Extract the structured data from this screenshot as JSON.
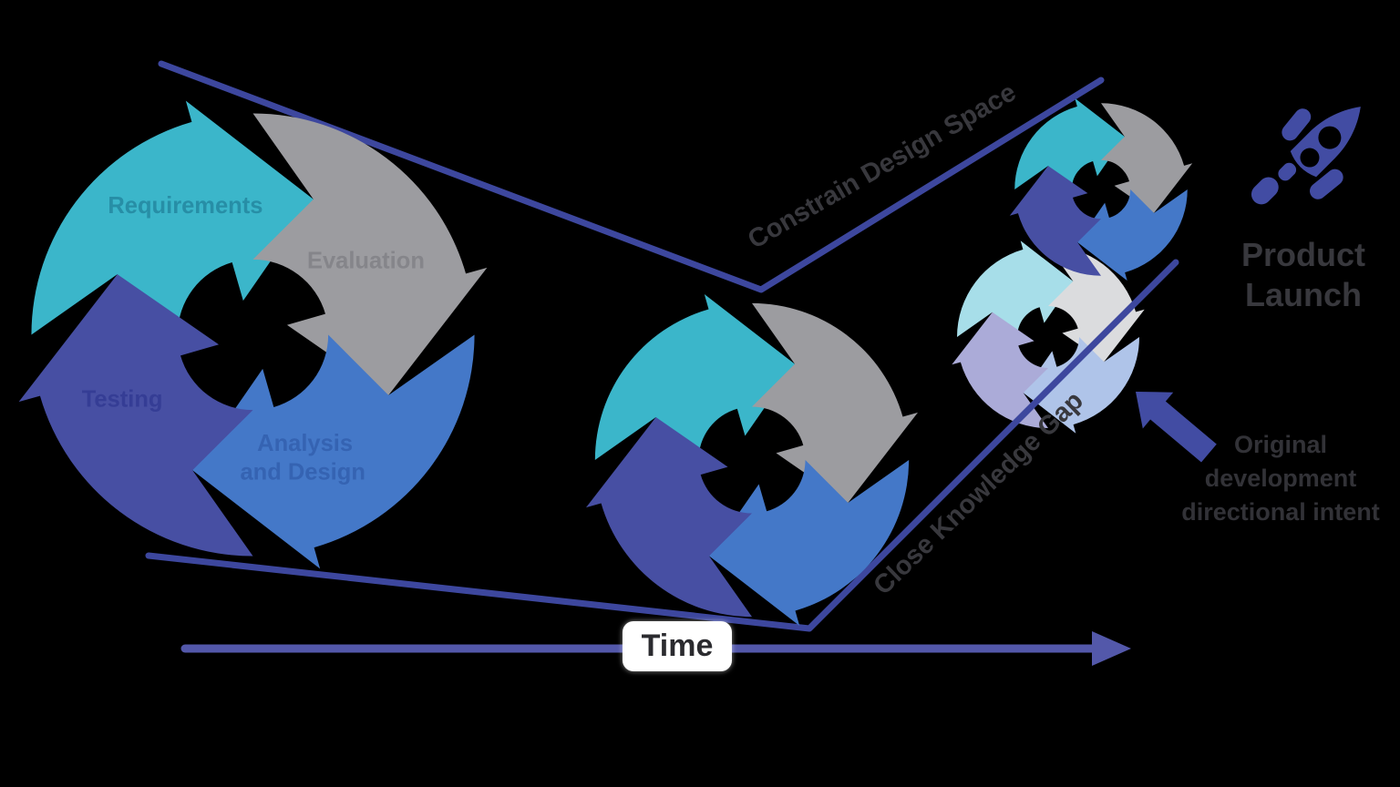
{
  "background": "#000000",
  "colors": {
    "teal": "#3bb6ca",
    "gray": "#9c9ca0",
    "blue": "#4478c8",
    "indigo": "#474fa3",
    "faded_teal": "#a7dee9",
    "faded_gray": "#dbdcde",
    "faded_blue": "#afc4e9",
    "faded_lavender": "#ababd8",
    "converge_line": "#3d479e",
    "time_axis": "#5358aa",
    "accent_rocket_arrow": "#424ca3",
    "dark_text": "#38383d",
    "time_box_bg": "#ffffff"
  },
  "label_colors": {
    "requirements": "#278ea6",
    "evaluation": "#85858a",
    "testing": "#353d95",
    "analysis": "#3563b2"
  },
  "large_cycle": {
    "labels": {
      "requirements": "Requirements",
      "evaluation": "Evaluation",
      "testing": "Testing",
      "analysis_line1": "Analysis",
      "analysis_line2": "and Design"
    }
  },
  "annotations": {
    "constrain_design_space": "Constrain Design Space",
    "close_knowledge_gap": "Close Knowledge Gap",
    "product_launch": {
      "line1": "Product",
      "line2": "Launch"
    },
    "original_intent": {
      "line1": "Original",
      "line2": "development",
      "line3": "directional intent"
    },
    "time_label": "Time"
  },
  "icons": {
    "rocket": "rocket-icon",
    "intent_arrow": "up-left-block-arrow-icon"
  }
}
